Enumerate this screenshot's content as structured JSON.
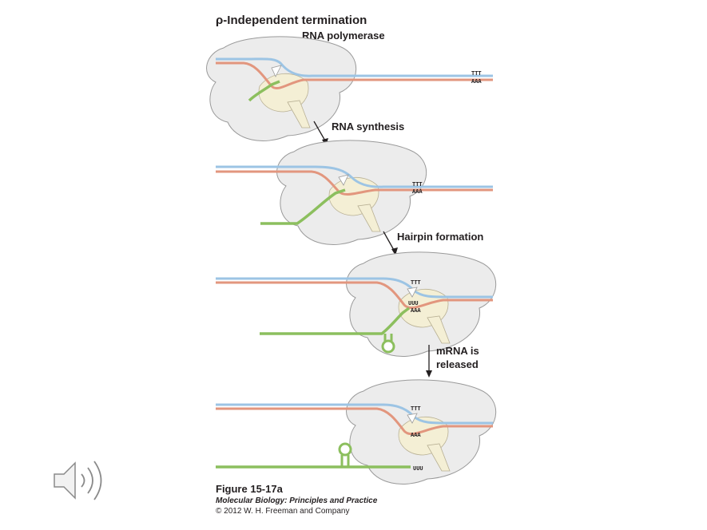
{
  "title": "ρ-Independent termination",
  "labels": {
    "polymerase": "RNA polymerase",
    "step1": "RNA synthesis",
    "step2": "Hairpin formation",
    "step3_line1": "mRNA is",
    "step3_line2": "released"
  },
  "sequences": {
    "template_top": "TTT",
    "template_bottom": "AAA",
    "rna": "UUU"
  },
  "caption": {
    "figure": "Figure 15-17a",
    "book": "Molecular Biology: Principles and Practice",
    "copyright": "© 2012 W. H. Freeman and Company"
  },
  "colors": {
    "dna_top": "#9cc4e4",
    "dna_bottom": "#e2967e",
    "rna": "#8cbf5e",
    "polymerase": "#ececec",
    "channel": "#f4efd5"
  },
  "icons": {
    "audio": "speaker-icon"
  }
}
